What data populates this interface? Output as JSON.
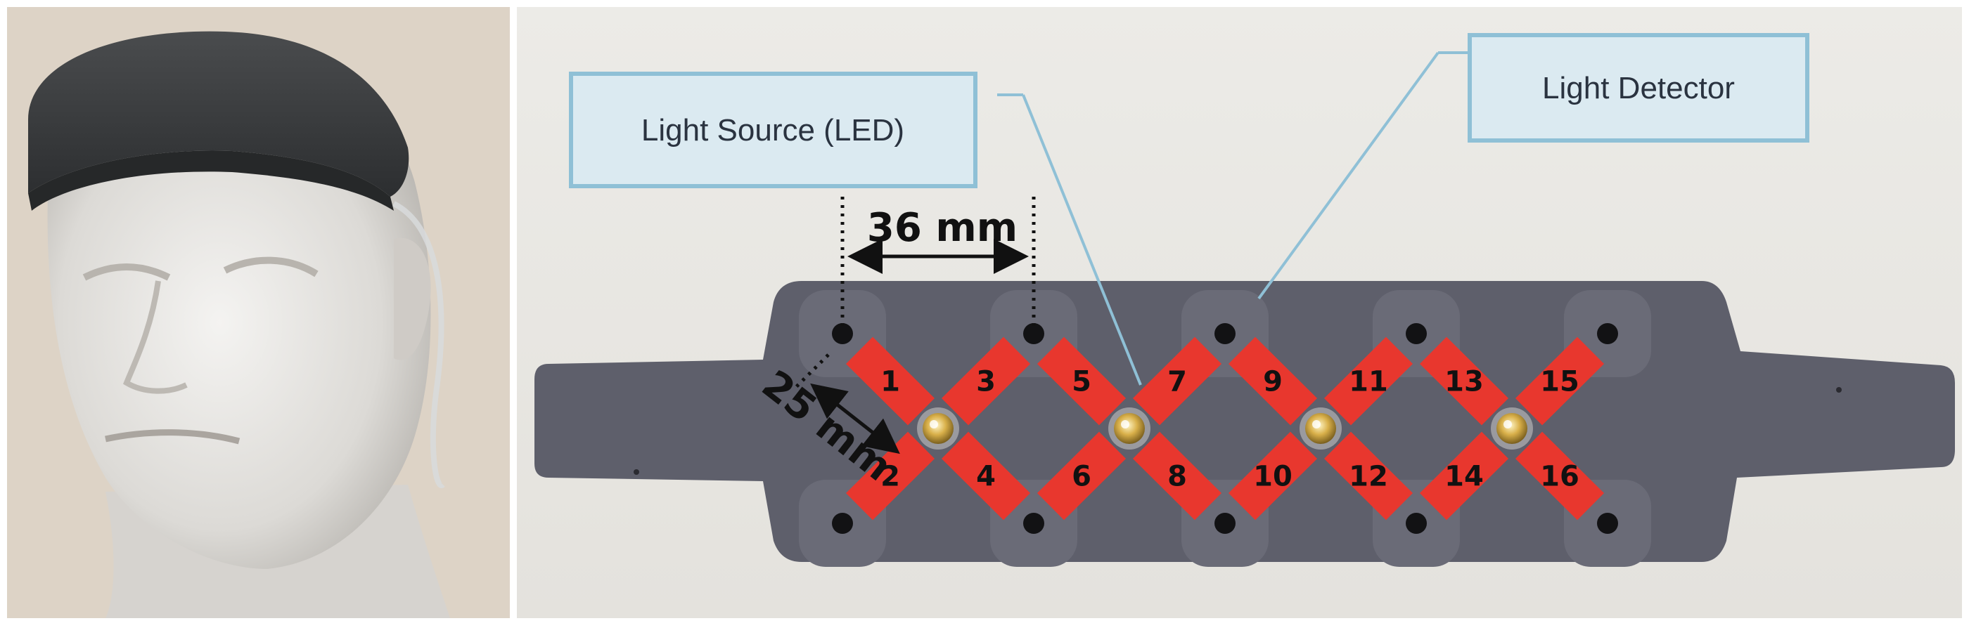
{
  "callouts": {
    "light_source": "Light Source (LED)",
    "light_detector": "Light Detector"
  },
  "dimensions": {
    "horizontal": "36 mm",
    "diagonal": "25 mm"
  },
  "channels": [
    "1",
    "2",
    "3",
    "4",
    "5",
    "6",
    "7",
    "8",
    "9",
    "10",
    "11",
    "12",
    "13",
    "14",
    "15",
    "16"
  ],
  "colors": {
    "channel_fill": "#e8372e",
    "pad_body": "#5e5f6b",
    "headband": "#3b3d3f",
    "callout_fill": "#dbeaf1",
    "callout_stroke": "#8fc0d6",
    "background_right": "#e9e7e2",
    "background_left": "#ddd3c6"
  }
}
